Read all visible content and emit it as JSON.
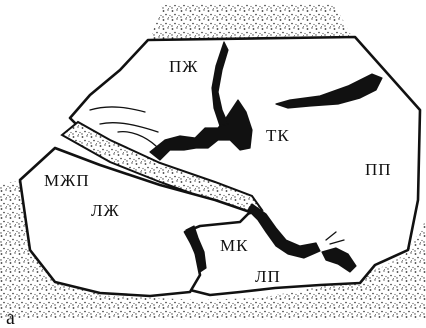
{
  "figure": {
    "panel_letter": "а",
    "labels": {
      "pzh": "ПЖ",
      "tk": "ТК",
      "pp": "ПП",
      "mzhp": "МЖП",
      "lzh": "ЛЖ",
      "mk": "МК",
      "lp": "ЛП"
    }
  }
}
